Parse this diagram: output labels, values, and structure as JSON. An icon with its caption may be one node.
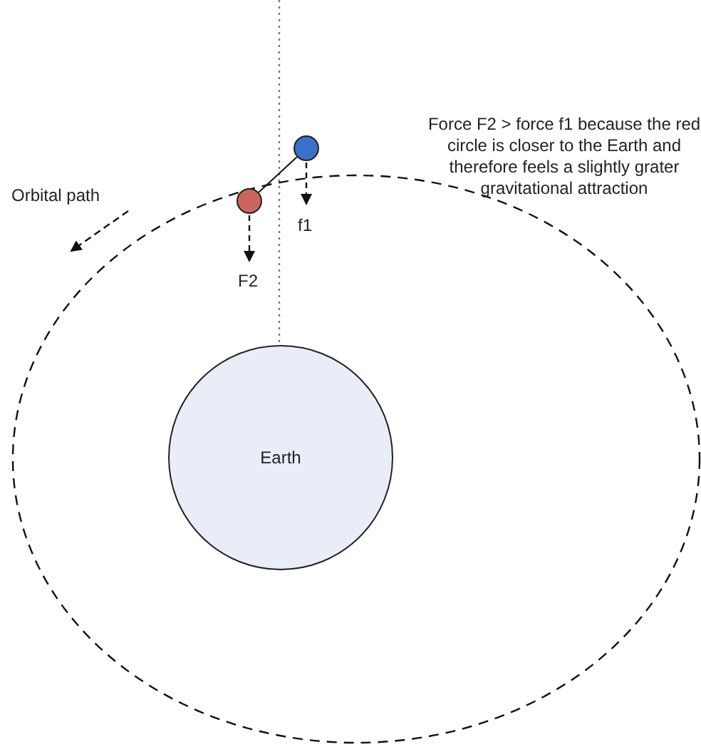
{
  "diagram": {
    "nodes": [
      {
        "text": [],
        "shape": "circle"
      },
      {
        "text": [],
        "shape": "circle"
      },
      {
        "text": [
          "Earth"
        ]
      }
    ],
    "edges": [
      {
        "from": 1,
        "to": 0,
        "arrow": "none"
      }
    ],
    "labels": [
      "Force F2 > force f1 because the red circle is closer to the Earth and therefore feels a slightly grater gravitational attraction",
      "Orbital path",
      "f1",
      "F2"
    ]
  }
}
